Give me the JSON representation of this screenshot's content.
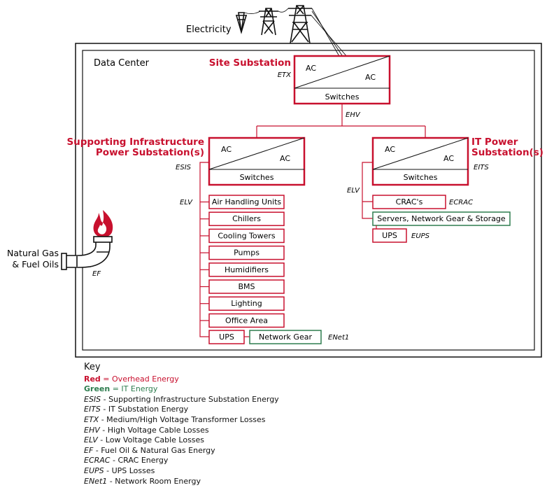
{
  "colors": {
    "overhead": "#c8102e",
    "it": "#2e7d4f",
    "text": "#111111"
  },
  "electricity": {
    "label": "Electricity"
  },
  "data_center": {
    "label": "Data Center"
  },
  "site_substation": {
    "title": "Site Substation",
    "label": "ETX",
    "ac_left": "AC",
    "ac_right": "AC",
    "switches": "Switches"
  },
  "ehv": {
    "label": "EHV"
  },
  "supporting": {
    "title_line1": "Supporting Infrastructure",
    "title_line2": "Power Substation(s)",
    "label": "ESIS",
    "ac_left": "AC",
    "ac_right": "AC",
    "switches": "Switches",
    "elv": "ELV",
    "loads": [
      "Air Handling Units",
      "Chillers",
      "Cooling Towers",
      "Pumps",
      "Humidifiers",
      "BMS",
      "Lighting",
      "Office Area"
    ],
    "ups": "UPS",
    "network_gear": "Network Gear",
    "network_label": "ENet1"
  },
  "it_power": {
    "title_line1": "IT Power",
    "title_line2": "Substation(s)",
    "label": "EITS",
    "ac_left": "AC",
    "ac_right": "AC",
    "switches": "Switches",
    "elv": "ELV",
    "crac": "CRAC's",
    "crac_label": "ECRAC",
    "servers": "Servers, Network Gear & Storage",
    "ups": "UPS",
    "ups_label": "EUPS"
  },
  "gas": {
    "line1": "Natural Gas",
    "line2": "& Fuel Oils",
    "label": "EF"
  },
  "key": {
    "title": "Key",
    "red_term": "Red",
    "red_desc": " = Overhead Energy",
    "green_term": "Green",
    "green_desc": " = IT Energy",
    "items": [
      {
        "abbr": "ESIS",
        "desc": " - Supporting Infrastructure Substation Energy"
      },
      {
        "abbr": "EITS",
        "desc": " - IT Substation Energy"
      },
      {
        "abbr": "ETX",
        "desc": " - Medium/High Voltage Transformer Losses"
      },
      {
        "abbr": "EHV",
        "desc": " - High Voltage Cable Losses"
      },
      {
        "abbr": "ELV",
        "desc": " - Low Voltage Cable Losses"
      },
      {
        "abbr": "EF",
        "desc": " - Fuel Oil & Natural Gas Energy"
      },
      {
        "abbr": "ECRAC",
        "desc": " - CRAC Energy"
      },
      {
        "abbr": "EUPS",
        "desc": " - UPS Losses"
      },
      {
        "abbr": "ENet1",
        "desc": " - Network Room Energy"
      }
    ]
  }
}
